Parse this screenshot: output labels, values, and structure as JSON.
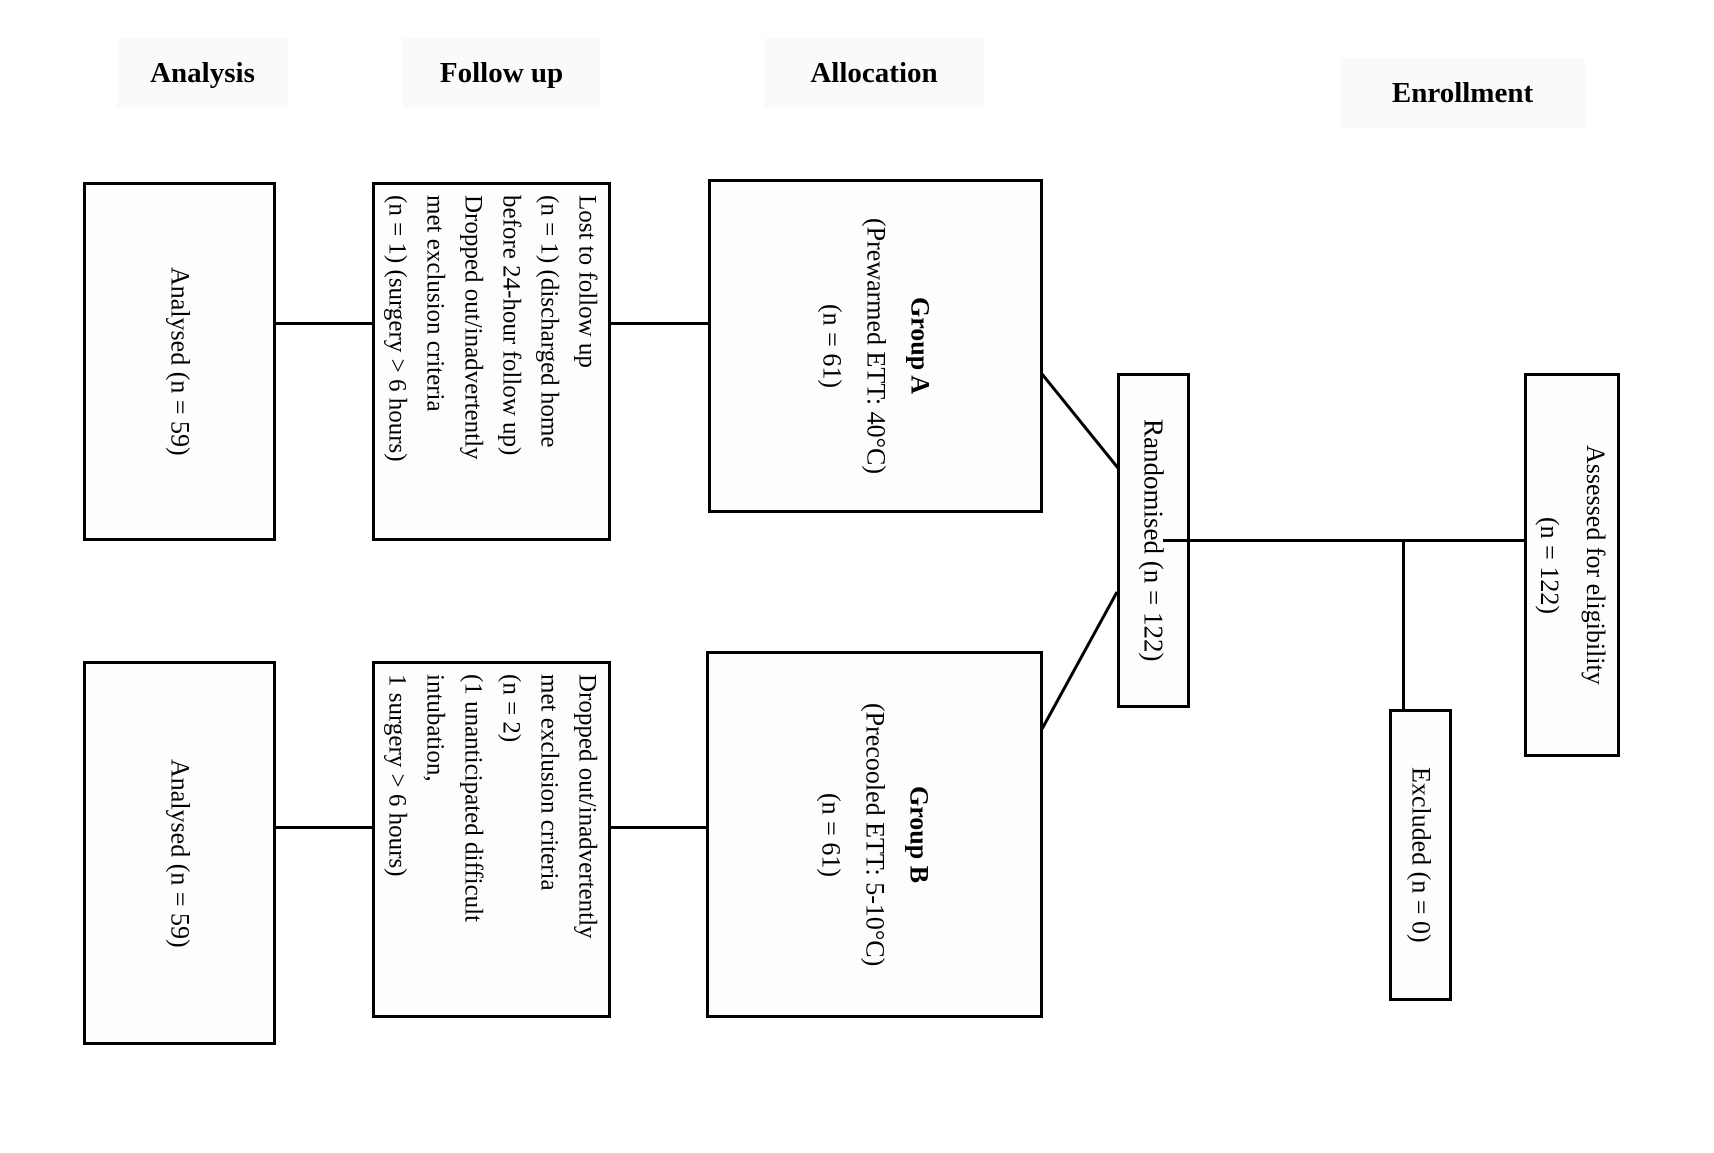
{
  "headers": [
    {
      "label": "Analysis"
    },
    {
      "label": "Follow up"
    },
    {
      "label": "Allocation"
    },
    {
      "label": "Enrollment"
    }
  ],
  "boxes": {
    "analysed_top": {
      "lines": [
        "Analysed (n = 59)"
      ]
    },
    "analysed_bottom": {
      "lines": [
        "Analysed (n = 59)"
      ]
    },
    "followup_top": {
      "lines": [
        "Lost to follow up",
        "(n = 1) (discharged home",
        "before 24-hour follow up)",
        "Dropped out/inadvertently",
        "met exclusion criteria",
        "(n = 1) (surgery > 6 hours)"
      ]
    },
    "followup_bottom": {
      "lines": [
        "Dropped out/inadvertently",
        "met exclusion criteria",
        "(n = 2)",
        "(1 unanticipated difficult",
        "intubation,",
        "1 surgery > 6 hours)"
      ]
    },
    "group_a": {
      "lines": [
        "Group A",
        "(Prewarmed ETT: 40°C)",
        "(n = 61)"
      ]
    },
    "group_b": {
      "lines": [
        "Group B",
        "(Precooled ETT: 5-10°C)",
        "(n = 61)"
      ]
    },
    "randomised": {
      "lines": [
        "Randomised (n = 122)"
      ]
    },
    "assessed": {
      "lines": [
        "Assessed for eligibility",
        "(n = 122)"
      ]
    },
    "excluded": {
      "lines": [
        "Excluded (n = 0)"
      ]
    }
  },
  "colors": {
    "page_background": "#ffffff",
    "box_border": "#000000",
    "box_fill": "#fdfdfd",
    "header_fill": "#fafafa",
    "line": "#000000",
    "text": "#000000"
  }
}
